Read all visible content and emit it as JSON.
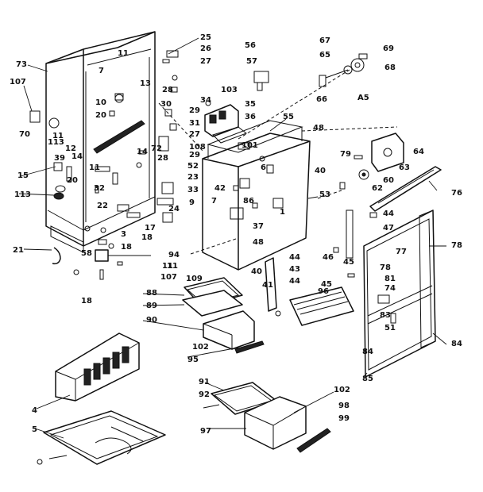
{
  "callouts": [
    "25",
    "26",
    "27",
    "28",
    "11",
    "7",
    "13",
    "10",
    "20",
    "12",
    "14",
    "72",
    "30",
    "29",
    "31",
    "27",
    "108",
    "73",
    "107",
    "70",
    "11",
    "113",
    "39",
    "15",
    "113",
    "14",
    "20",
    "11",
    "32",
    "28",
    "29",
    "52",
    "23",
    "33",
    "24",
    "9",
    "22",
    "17",
    "18",
    "21",
    "3",
    "18",
    "58",
    "11",
    "18",
    "34",
    "103",
    "35",
    "36",
    "56",
    "57",
    "101",
    "55",
    "48",
    "67",
    "65",
    "66",
    "69",
    "68",
    "A5",
    "79",
    "64",
    "63",
    "60",
    "62",
    "76",
    "40",
    "44",
    "47",
    "45",
    "86",
    "7",
    "42",
    "53",
    "1",
    "37",
    "48",
    "94",
    "109",
    "40",
    "44",
    "43",
    "44",
    "41",
    "46",
    "45",
    "78",
    "77",
    "78",
    "81",
    "74",
    "83",
    "51",
    "84",
    "84",
    "85",
    "88",
    "89",
    "90",
    "102",
    "95",
    "96",
    "4",
    "5",
    "91",
    "92",
    "97",
    "102",
    "98",
    "99",
    "11",
    "107",
    "6"
  ]
}
